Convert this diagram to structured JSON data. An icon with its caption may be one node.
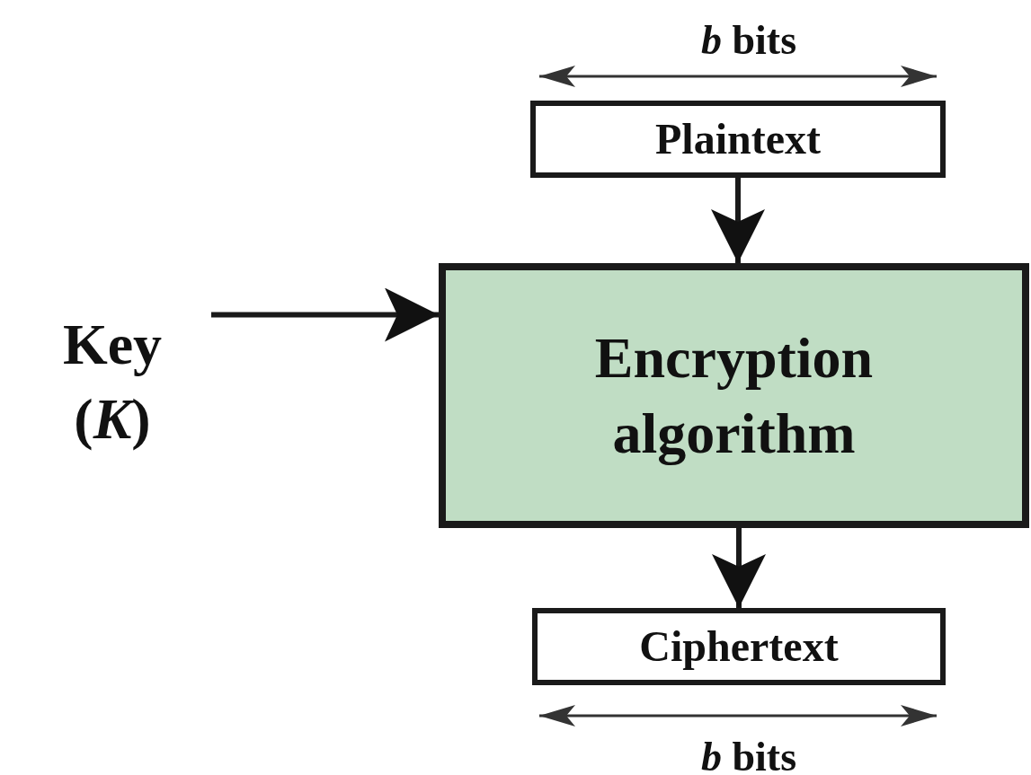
{
  "diagram": {
    "nodes": [
      {
        "text": [
          "Plaintext"
        ]
      },
      {
        "text": [
          "Encryption algorithm"
        ]
      },
      {
        "text": [
          "Ciphertext"
        ]
      },
      {
        "text": [
          "Key (*K*)"
        ]
      }
    ],
    "edges": [
      {
        "from": 0,
        "to": 1,
        "arrow": "to"
      },
      {
        "from": 1,
        "to": 2,
        "arrow": "to"
      },
      {
        "from": 3,
        "to": 1,
        "arrow": "to"
      }
    ],
    "labels": [
      "*b* bits",
      "*b* bits"
    ]
  }
}
